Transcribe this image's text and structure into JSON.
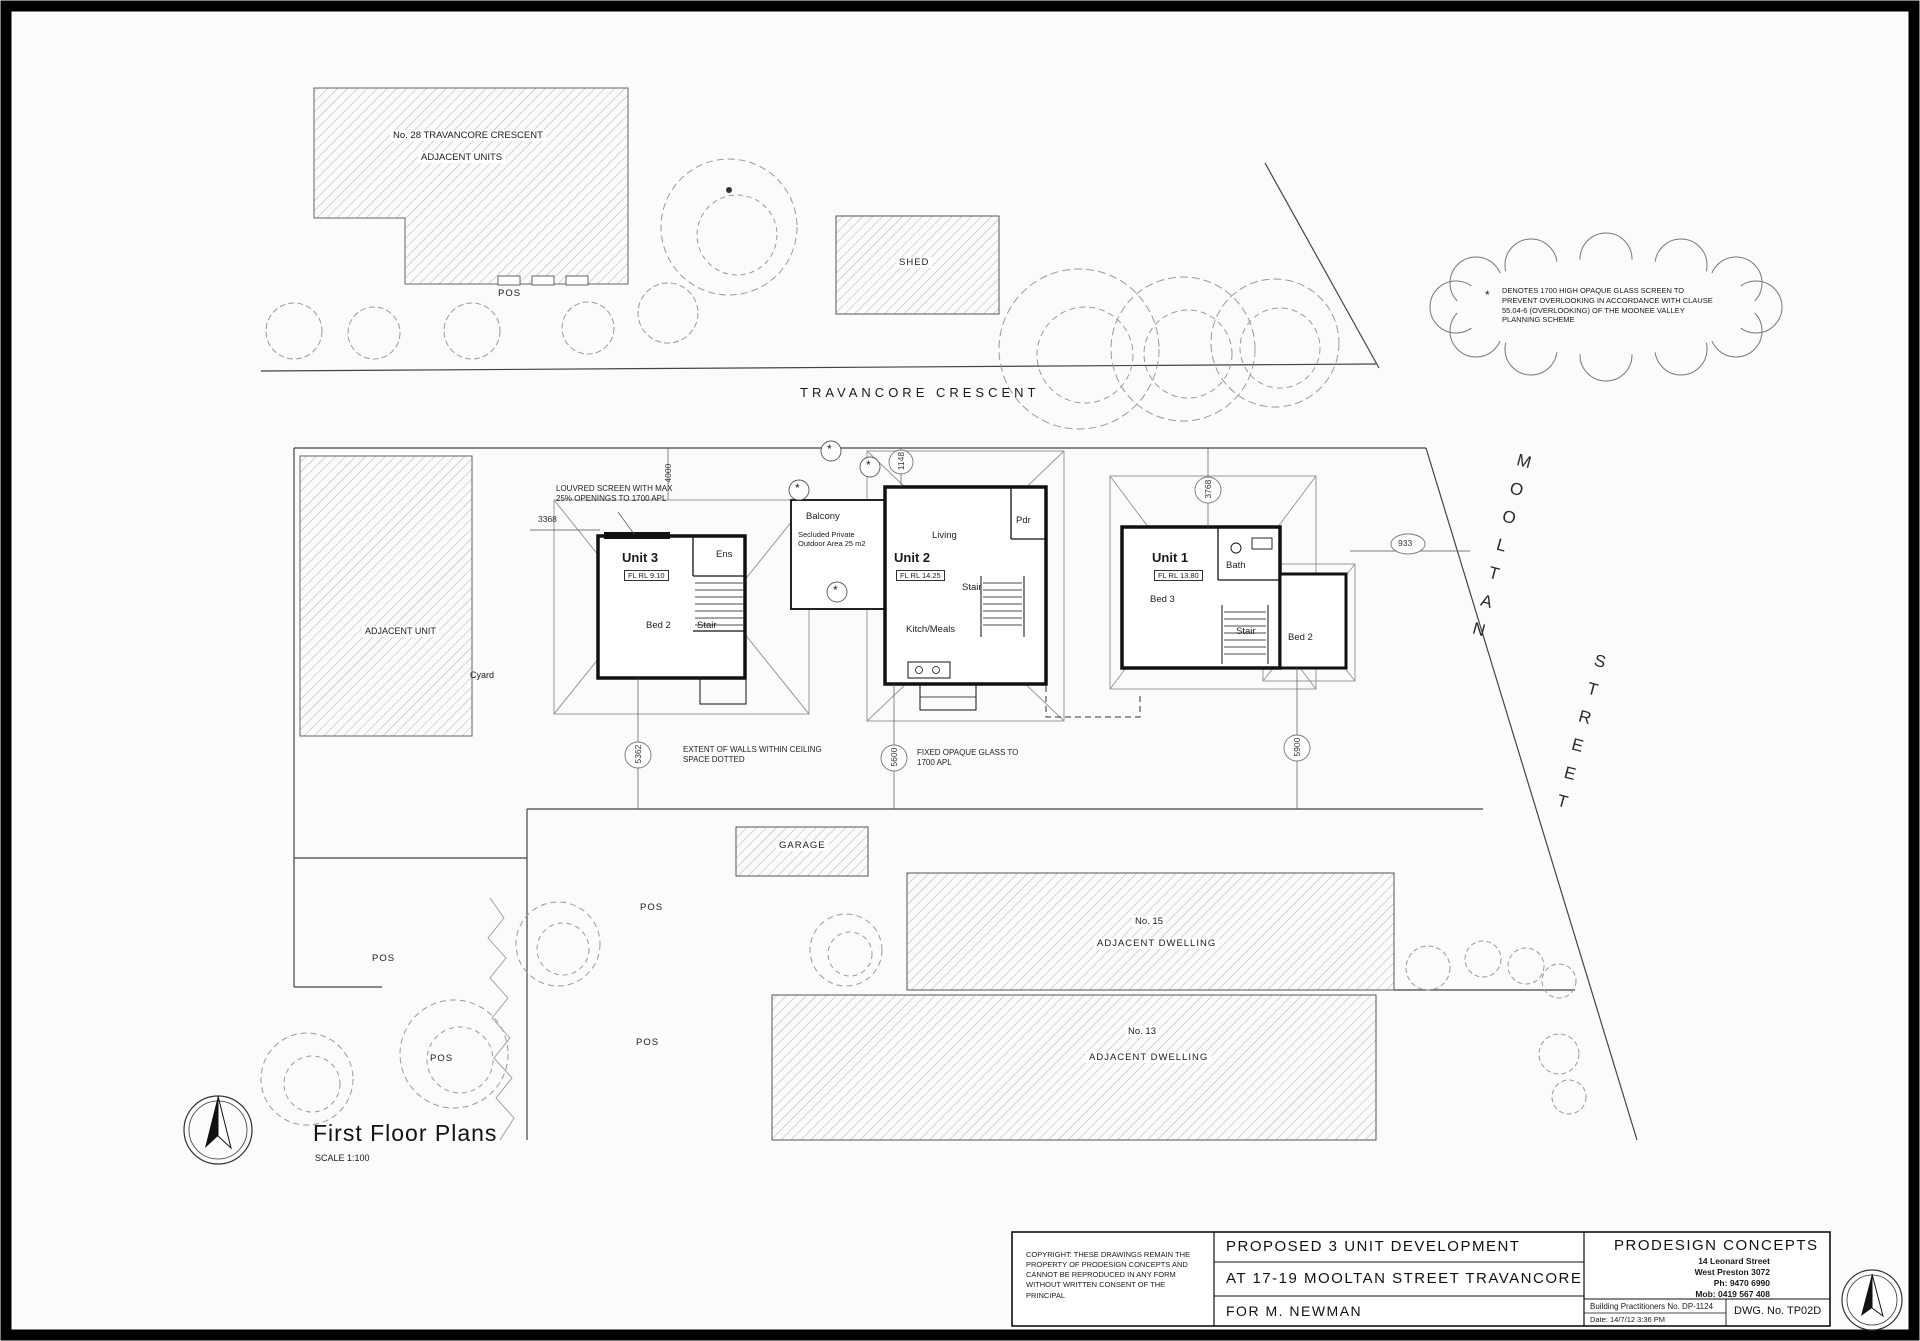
{
  "sheet": {
    "plan_title": "First Floor Plans",
    "plan_scale": "SCALE 1:100"
  },
  "streets": {
    "travancore": "TRAVANCORE CRESCENT",
    "mooltan": "MOOLTAN",
    "street": "STREET"
  },
  "context": {
    "no28_line1": "No. 28 TRAVANCORE CRESCENT",
    "no28_line2": "ADJACENT UNITS",
    "shed": "SHED",
    "pos": "POS",
    "adjacent_unit": "ADJACENT UNIT",
    "cyard": "Cyard",
    "garage": "GARAGE",
    "no15": "No. 15",
    "no15_sub": "ADJACENT DWELLING",
    "no13": "No. 13",
    "no13_sub": "ADJACENT DWELLING"
  },
  "units": {
    "unit3": {
      "name": "Unit 3",
      "rl": "FL RL 9.10",
      "ens": "Ens",
      "bed2": "Bed 2",
      "stair": "Stair"
    },
    "unit2": {
      "name": "Unit 2",
      "rl": "FL RL 14.25",
      "living": "Living",
      "pdr": "Pdr",
      "stair": "Stair",
      "kitch": "Kitch/Meals",
      "balcony": "Balcony",
      "secluded": "Secluded Private Outdoor Area 25 m2"
    },
    "unit1": {
      "name": "Unit 1",
      "rl": "FL RL 13.80",
      "bed3": "Bed 3",
      "bath": "Bath",
      "stair": "Stair",
      "bed2": "Bed 2"
    }
  },
  "notes": {
    "louvred": "LOUVRED SCREEN WITH MAX 25% OPENINGS TO 1700 APL",
    "extent": "EXTENT OF WALLS WITHIN CEILING SPACE DOTTED",
    "fixed_opaque": "FIXED OPAQUE GLASS TO 1700 APL",
    "cloud": "DENOTES 1700 HIGH OPAQUE GLASS SCREEN TO PREVENT OVERLOOKING IN ACCORDANCE WITH CLAUSE 55.04-6 (OVERLOOKING) OF THE MOONEE VALLEY PLANNING SCHEME",
    "asterisk": "*"
  },
  "dims": {
    "d3368": "3368",
    "d4000": "4000",
    "d1148": "1148",
    "d3768": "3768",
    "d933": "933",
    "d5362": "5362",
    "d5600": "5600",
    "d5900": "5900"
  },
  "title_block": {
    "copyright": "COPYRIGHT: THESE DRAWINGS REMAIN THE PROPERTY OF PRODESIGN CONCEPTS AND CANNOT BE REPRODUCED IN ANY FORM WITHOUT WRITTEN CONSENT OF THE PRINCIPAL",
    "project_line1": "PROPOSED 3 UNIT DEVELOPMENT",
    "project_line2": "AT 17-19 MOOLTAN STREET TRAVANCORE",
    "client": "FOR M. NEWMAN",
    "firm": "PRODESIGN CONCEPTS",
    "addr1": "14 Leonard Street",
    "addr2": "West Preston 3072",
    "phone": "Ph:   9470 6990",
    "mobile": "Mob: 0419 567 408",
    "practitioner": "Building Practitioners No. DP-1124",
    "date": "Date: 14/7/12 3:36 PM",
    "dwg_no": "DWG. No. TP02D"
  }
}
